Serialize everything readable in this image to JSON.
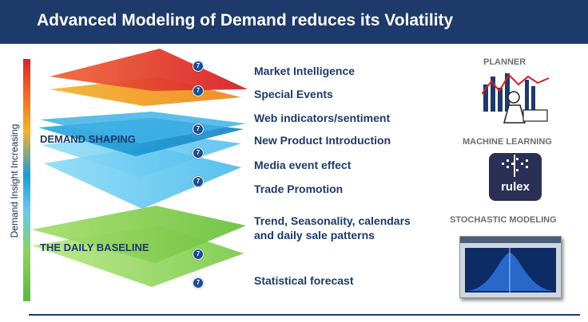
{
  "header": {
    "title": "Advanced Modeling of Demand reduces its Volatility"
  },
  "axis": {
    "label": "Demand Insight Increasing"
  },
  "sections": {
    "shaping": "DEMAND SHAPING",
    "baseline": "THE DAILY BASELINE"
  },
  "badge_glyph": "7",
  "factors": [
    "Market Intelligence",
    "Special Events",
    "Web indicators/sentiment",
    "New Product Introduction",
    "Media event effect",
    "Trade Promotion",
    "Trend, Seasonality, calendars and daily sale patterns",
    "Statistical  forecast"
  ],
  "right_panel": {
    "planner": "PLANNER",
    "machine_learning": "MACHINE LEARNING",
    "stochastic": "STOCHASTIC MODELING",
    "logo_text": "rulex"
  },
  "colors": {
    "header": "#1d3a6b",
    "red_layer": "#e2252b",
    "orange_layer": "#f39c1f",
    "blue_layer": "#1a9bd6",
    "lightblue_layer": "#6fcdf3",
    "green_layer": "#8fd35a"
  }
}
